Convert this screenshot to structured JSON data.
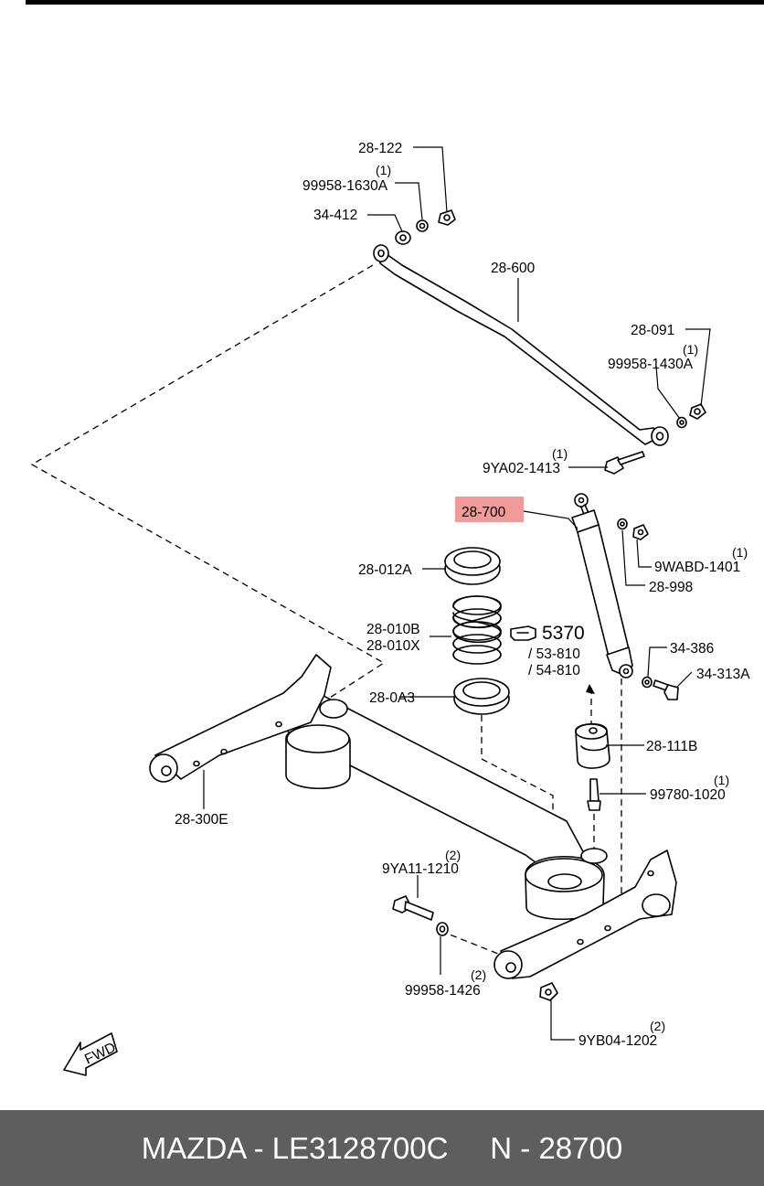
{
  "footer": {
    "brand": "MAZDA",
    "part_number": "LE3128700C",
    "prefix": "N",
    "group": "28700",
    "text": "MAZDA - LE3128700C     N - 28700"
  },
  "highlight_color": "#f19a9a",
  "footer_color": "#5e5e5e",
  "callouts": {
    "c28_122": "28-122",
    "c99958_1630a": "99958-1630A",
    "c99958_1630a_qty": "(1)",
    "c34_412": "34-412",
    "c28_600": "28-600",
    "c28_091": "28-091",
    "c99958_1430a": "99958-1430A",
    "c99958_1430a_qty": "(1)",
    "c9ya02_1413": "9YA02-1413",
    "c9ya02_1413_qty": "(1)",
    "c28_700": "28-700",
    "c9wabd_1401": "9WABD-1401",
    "c9wabd_1401_qty": "(1)",
    "c28_998": "28-998",
    "c28_012a": "28-012A",
    "c28_010b": "28-010B",
    "c28_010x": "28-010X",
    "ref_5370": "5370",
    "ref_53_810": "/ 53-810",
    "ref_54_810": "/ 54-810",
    "c34_386": "34-386",
    "c34_313a": "34-313A",
    "c28_0a3": "28-0A3",
    "c28_111b": "28-111B",
    "c99780_1020": "99780-1020",
    "c99780_1020_qty": "(1)",
    "c28_300e": "28-300E",
    "c9ya11_1210": "9YA11-1210",
    "c9ya11_1210_qty": "(2)",
    "c99958_1426": "99958-1426",
    "c99958_1426_qty": "(2)",
    "c9yb04_1202": "9YB04-1202",
    "c9yb04_1202_qty": "(2)",
    "fwd": "FWD"
  }
}
